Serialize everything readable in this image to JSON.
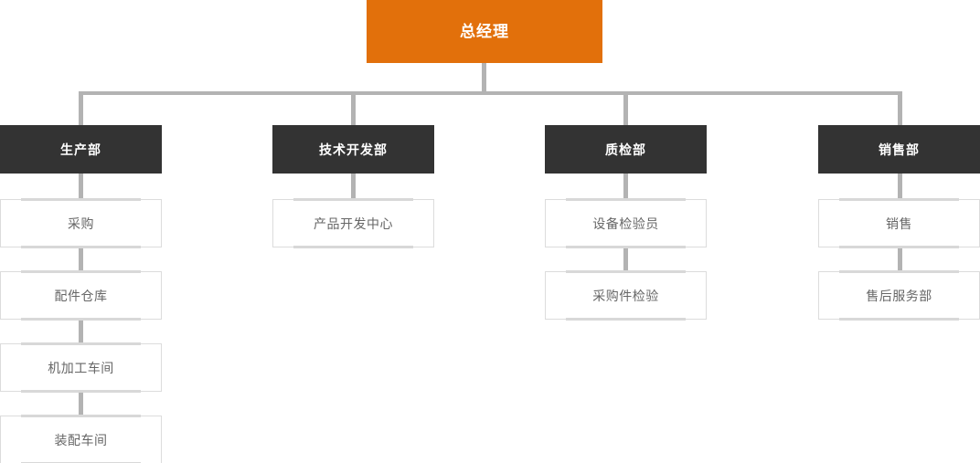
{
  "chart_type": "org-chart",
  "colors": {
    "root_fill": "#e2700b",
    "root_text": "#ffffff",
    "dept_fill": "#333333",
    "dept_text": "#ffffff",
    "leaf_fill": "#ffffff",
    "leaf_border": "#dcdcdc",
    "leaf_text": "#666666",
    "connector": "#b3b3b3",
    "background": "#ffffff"
  },
  "root": {
    "label": "总经理"
  },
  "departments": [
    {
      "label": "生产部",
      "children": [
        {
          "label": "采购"
        },
        {
          "label": "配件仓库"
        },
        {
          "label": "机加工车间"
        },
        {
          "label": "装配车间"
        }
      ]
    },
    {
      "label": "技术开发部",
      "children": [
        {
          "label": "产品开发中心"
        }
      ]
    },
    {
      "label": "质检部",
      "children": [
        {
          "label": "设备检验员"
        },
        {
          "label": "采购件检验"
        }
      ]
    },
    {
      "label": "销售部",
      "children": [
        {
          "label": "销售"
        },
        {
          "label": "售后服务部"
        }
      ]
    }
  ]
}
